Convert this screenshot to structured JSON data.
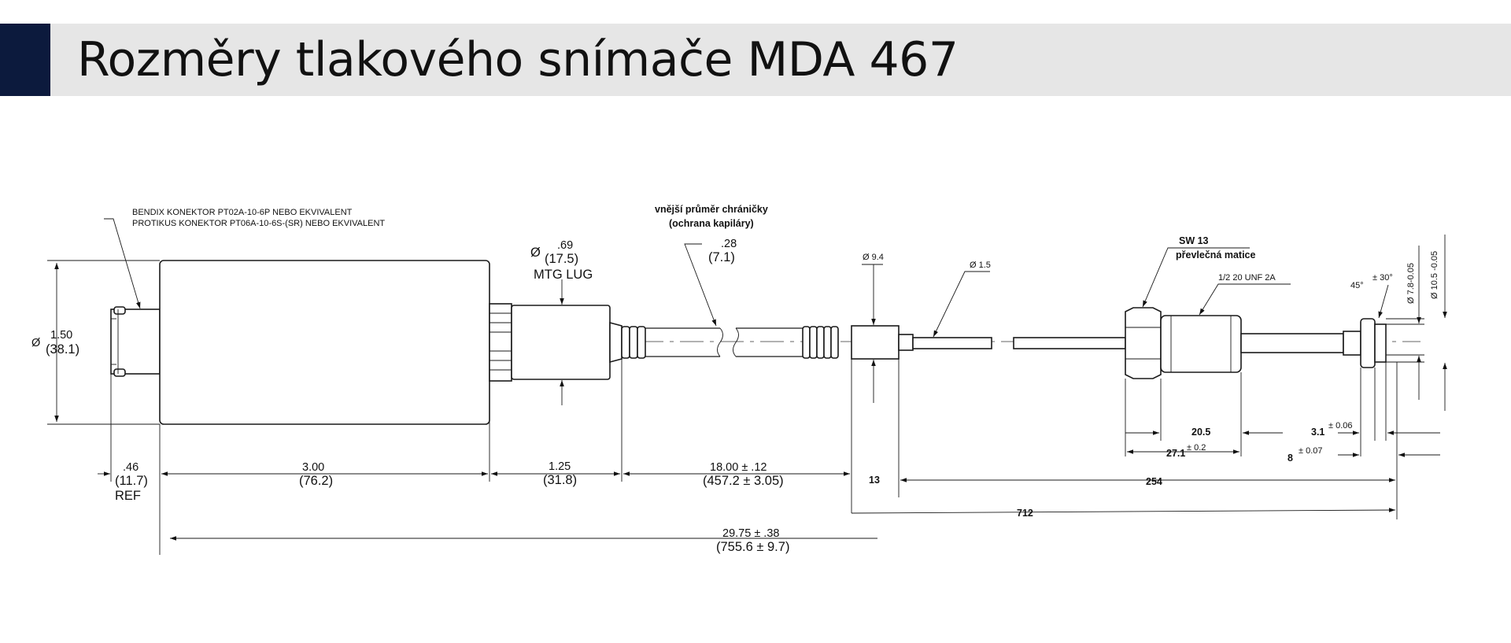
{
  "header": {
    "title": "Rozměry tlakového snímače MDA 467",
    "bar_color": "#e6e6e6",
    "accent_color": "#0c1a3d"
  },
  "notes": {
    "connector_line1": "BENDIX KONEKTOR PT02A-10-6P NEBO EKVIVALENT",
    "connector_line2": "PROTIKUS KONEKTOR PT06A-10-6S-(SR) NEBO EKVIVALENT",
    "sheath_line1": "vnější průměr chráničky",
    "sheath_line2": "(ochrana kapiláry)",
    "sw_label": "SW 13",
    "nut_label": "převlečná matice",
    "thread_label": "1/2 20 UNF 2A"
  },
  "dimensions": {
    "diameter_symbol": "Ø",
    "body_dia_in": "1.50",
    "body_dia_mm": "(38.1)",
    "lug_dia_in": ".69",
    "lug_dia_mm": "(17.5)",
    "lug_label": "MTG LUG",
    "sheath_dia_in": ".28",
    "sheath_dia_mm": "(7.1)",
    "dia_94": "Ø 9.4",
    "dia_15": "Ø 1.5",
    "dia_78": "Ø 7.8-0.05",
    "dia_105": "Ø 10.5 -0.05",
    "angle_base": "45°",
    "angle_tol": "± 30°",
    "ref_in": ".46",
    "ref_mm": "(11.7)",
    "ref_label": "REF",
    "body_len_in": "3.00",
    "body_len_mm": "(76.2)",
    "lug_len_in": "1.25",
    "lug_len_mm": "(31.8)",
    "cap_len_in": "18.00 ± .12",
    "cap_len_mm": "(457.2 ± 3.05)",
    "total_in": "29.75 ± .38",
    "total_mm": "(755.6 ± 9.7)",
    "d13": "13",
    "d254": "254",
    "d712": "712",
    "d205": "20.5",
    "d271": "27.1",
    "d271_tol": "± 0.2",
    "d31": "3.1",
    "d31_tol": "± 0.06",
    "d8": "8",
    "d8_tol": "± 0.07"
  }
}
